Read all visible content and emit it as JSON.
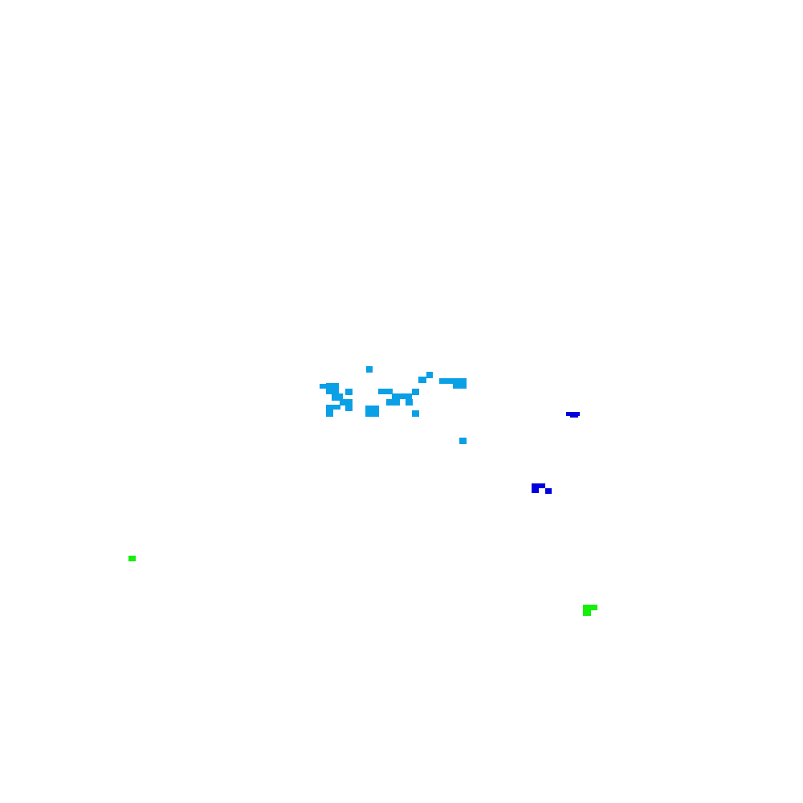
{
  "palette": {
    "background": "#ffffff",
    "light_blue": "#0aa0e6",
    "dark_blue": "#0000dc",
    "green": "#14f00a"
  },
  "clusters": [
    {
      "name": "light-blue-cluster",
      "color_key": "light_blue"
    },
    {
      "name": "dark-blue-cluster",
      "color_key": "dark_blue"
    },
    {
      "name": "green-cluster",
      "color_key": "green"
    }
  ]
}
